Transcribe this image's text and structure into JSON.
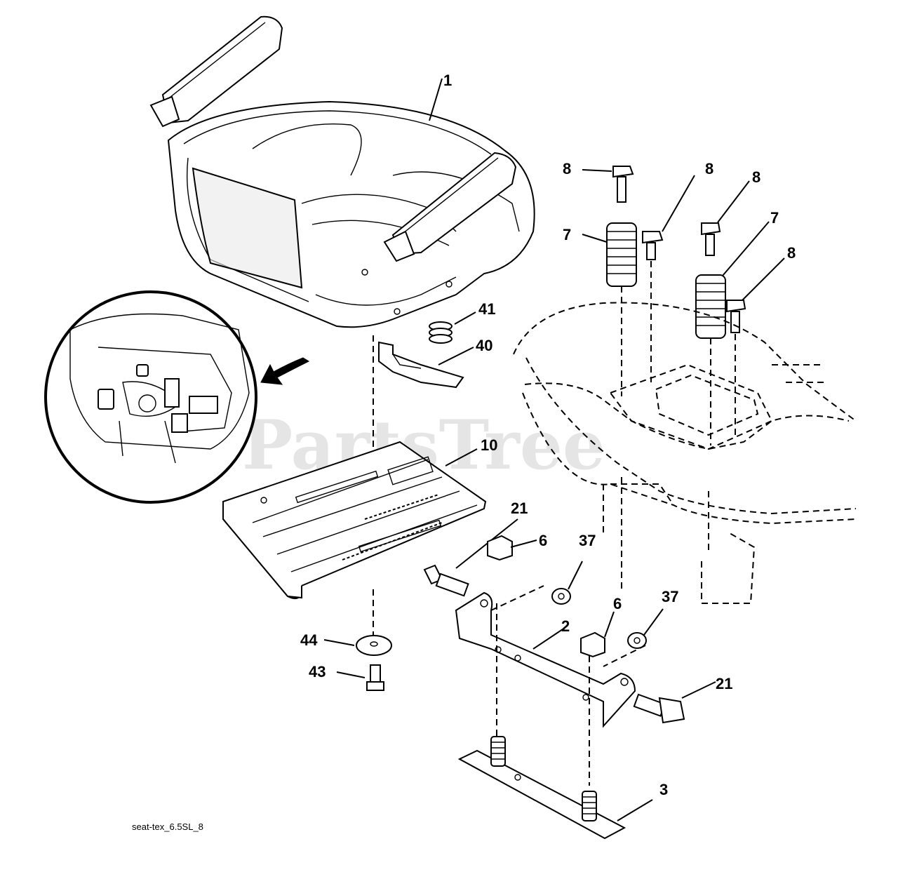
{
  "watermark": "PartsTree",
  "drawing_code": "seat-tex_6.5SL_8",
  "callouts": {
    "seat": "1",
    "bolt_a": "8",
    "bolt_b": "8",
    "bolt_c": "8",
    "bolt_d": "8",
    "spring_left": "7",
    "spring_right": "7",
    "spring_small": "41",
    "switch_clip": "40",
    "seat_pan": "10",
    "bolt_left": "21",
    "bolt_right": "21",
    "nut_left": "6",
    "nut_right": "6",
    "nut_small_left": "37",
    "nut_small_right": "37",
    "bracket": "2",
    "washer": "44",
    "screw": "43",
    "plate": "3"
  }
}
